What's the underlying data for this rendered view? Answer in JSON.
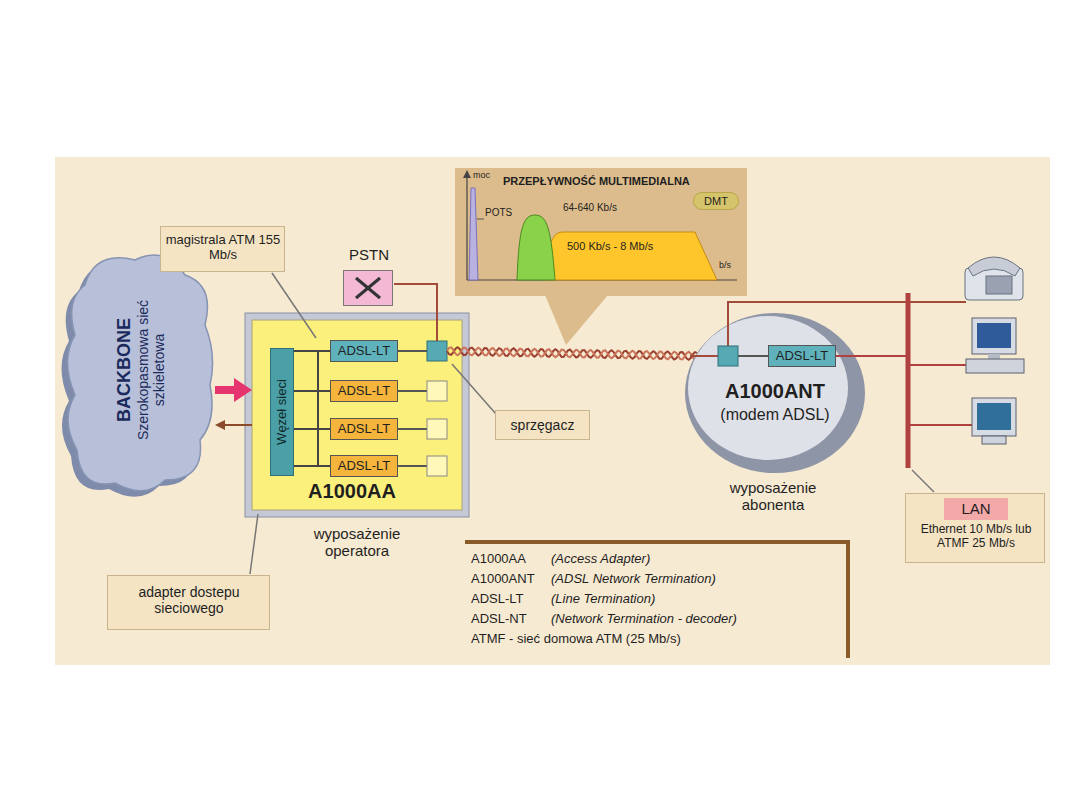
{
  "diagram": {
    "nodes": [
      {
        "text": [
          "BACKBONE",
          "Szerokopasmowa sieć szkieletowa"
        ]
      },
      {
        "text": [
          "A1000AA"
        ]
      },
      {
        "text": [
          "Węzeł sieci"
        ],
        "in": 1
      },
      {
        "text": [
          "ADSL-LT"
        ],
        "in": 1
      },
      {
        "text": [
          "ADSL-LT"
        ],
        "in": 1
      },
      {
        "text": [
          "ADSL-LT"
        ],
        "in": 1
      },
      {
        "text": [
          "ADSL-LT"
        ],
        "in": 1
      },
      {
        "text": [
          "PSTN"
        ]
      },
      {
        "text": [
          "magistrala ATM 155 Mb/s"
        ]
      },
      {
        "text": [
          "adapter dostepu sieciowego"
        ]
      },
      {
        "text": [
          "sprzęgacz"
        ]
      },
      {
        "text": [
          "moc",
          "PRZEPŁYWNOŚĆ MULTIMEDIALNA",
          "POTS",
          "64-640 Kb/s",
          "500 Kb/s - 8 Mb/s",
          "b/s"
        ]
      },
      {
        "text": [
          "DMT"
        ],
        "in": 11
      },
      {
        "text": [
          "A1000ANT",
          "(modem ADSL)"
        ]
      },
      {
        "text": [
          "ADSL-LT"
        ],
        "in": 13
      },
      {
        "text": [
          "Ethernet 10 Mb/s lub ATMF 25 Mb/s"
        ]
      },
      {
        "text": [
          "LAN"
        ],
        "in": 15
      },
      {
        "text": [
          "A1000AA",
          "(Access Adapter)",
          "A1000ANT",
          "(ADSL Network Termination)",
          "ADSL-LT",
          "(Line Termination)",
          "ADSL-NT",
          "(Network Termination - decoder)",
          "ATMF - sieć domowa ATM (25 Mb/s)"
        ]
      }
    ],
    "edges": [
      {
        "from": 0,
        "to": 1,
        "arrow": "to"
      },
      {
        "from": 1,
        "to": 0,
        "arrow": "to"
      },
      {
        "from": 2,
        "to": 3,
        "arrow": "none"
      },
      {
        "from": 2,
        "to": 4,
        "arrow": "none"
      },
      {
        "from": 2,
        "to": 5,
        "arrow": "none"
      },
      {
        "from": 2,
        "to": 6,
        "arrow": "none"
      }
    ],
    "labels": [
      "wyposażenie operatora",
      "wyposażenie abonenta"
    ]
  }
}
